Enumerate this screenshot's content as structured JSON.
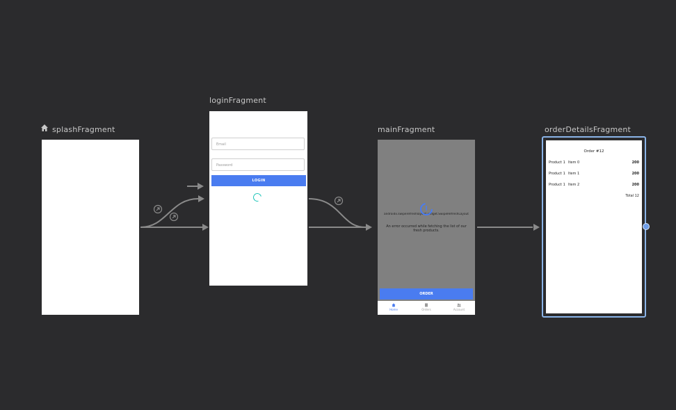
{
  "fragments": {
    "splash": {
      "title": "splashFragment",
      "start_icon": "home-icon"
    },
    "login": {
      "title": "loginFragment",
      "email_placeholder": "Email",
      "password_placeholder": "Password",
      "login_label": "LOGIN"
    },
    "main": {
      "title": "mainFragment",
      "swipe_text": "androidx.swiperefreshlayout.widget.SwipeRefreshLayout",
      "error_text": "An error occurred while fetching the list of our fresh products.",
      "order_label": "ORDER",
      "nav": [
        "Home",
        "Orders",
        "Account"
      ]
    },
    "order_details": {
      "title": "orderDetailsFragment",
      "heading": "Order #12",
      "rows": [
        {
          "product": "Product 1",
          "item": "Item 0",
          "value": "200"
        },
        {
          "product": "Product 1",
          "item": "Item 1",
          "value": "200"
        },
        {
          "product": "Product 1",
          "item": "Item 2",
          "value": "200"
        }
      ],
      "total": "Total 12"
    }
  },
  "colors": {
    "canvas": "#2b2b2d",
    "connector": "#8a8a8a",
    "accent": "#4a7cf0",
    "selection": "#8ab4e8"
  }
}
